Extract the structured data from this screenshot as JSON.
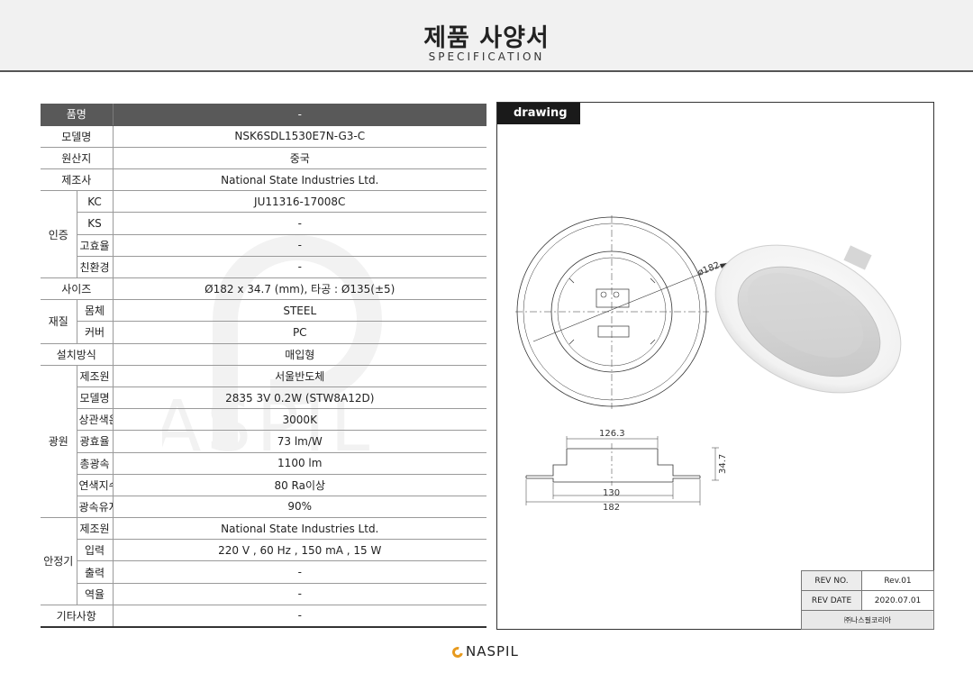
{
  "header": {
    "title": "제품 사양서",
    "subtitle": "SPECIFICATION"
  },
  "spec": {
    "product_name": {
      "label": "품명",
      "value": "-"
    },
    "model": {
      "label": "모델명",
      "value": "NSK6SDL1530E7N-G3-C"
    },
    "origin": {
      "label": "원산지",
      "value": "중국"
    },
    "manufacturer": {
      "label": "제조사",
      "value": "National State Industries Ltd."
    },
    "certification": {
      "label": "인증",
      "items": [
        {
          "label": "KC",
          "value": "JU11316-17008C"
        },
        {
          "label": "KS",
          "value": "-"
        },
        {
          "label": "고효율",
          "value": "-"
        },
        {
          "label": "친환경",
          "value": "-"
        }
      ]
    },
    "size": {
      "label": "사이즈",
      "value": "Ø182 x 34.7 (mm), 타공 : Ø135(±5)"
    },
    "material": {
      "label": "재질",
      "items": [
        {
          "label": "몸체",
          "value": "STEEL"
        },
        {
          "label": "커버",
          "value": "PC"
        }
      ]
    },
    "installation": {
      "label": "설치방식",
      "value": "매입형"
    },
    "light_source": {
      "label": "광원",
      "items": [
        {
          "label": "제조원",
          "value": "서울반도체"
        },
        {
          "label": "모델명",
          "value": "2835 3V 0.2W (STW8A12D)"
        },
        {
          "label": "상관색온도",
          "value": "3000K"
        },
        {
          "label": "광효율",
          "value": "73 lm/W"
        },
        {
          "label": "총광속",
          "value": "1100 lm"
        },
        {
          "label": "연색지수",
          "value": "80 Ra이상"
        },
        {
          "label": "광속유지율",
          "value": "90%"
        }
      ]
    },
    "ballast": {
      "label": "안정기",
      "items": [
        {
          "label": "제조원",
          "value": "National State Industries Ltd."
        },
        {
          "label": "입력",
          "value": "220 V , 60 Hz , 150 mA , 15 W"
        },
        {
          "label": "출력",
          "value": "-"
        },
        {
          "label": "역율",
          "value": "-"
        }
      ]
    },
    "other": {
      "label": "기타사항",
      "value": "-"
    }
  },
  "drawing": {
    "label": "drawing",
    "dims": {
      "diameter": "ø182",
      "top_width": "126.3",
      "height": "34.7",
      "inner_width": "130",
      "outer_width": "182"
    }
  },
  "revision": {
    "rev_no_label": "REV NO.",
    "rev_no_value": "Rev.01",
    "rev_date_label": "REV DATE",
    "rev_date_value": "2020.07.01",
    "company": "㈜나스필코리아"
  },
  "footer": {
    "logo_text": "NASPIL"
  },
  "colors": {
    "header_bg": "#f1f1f1",
    "table_head": "#595959",
    "drawing_label": "#1a1a1a",
    "logo_accent": "#e79a1e"
  }
}
